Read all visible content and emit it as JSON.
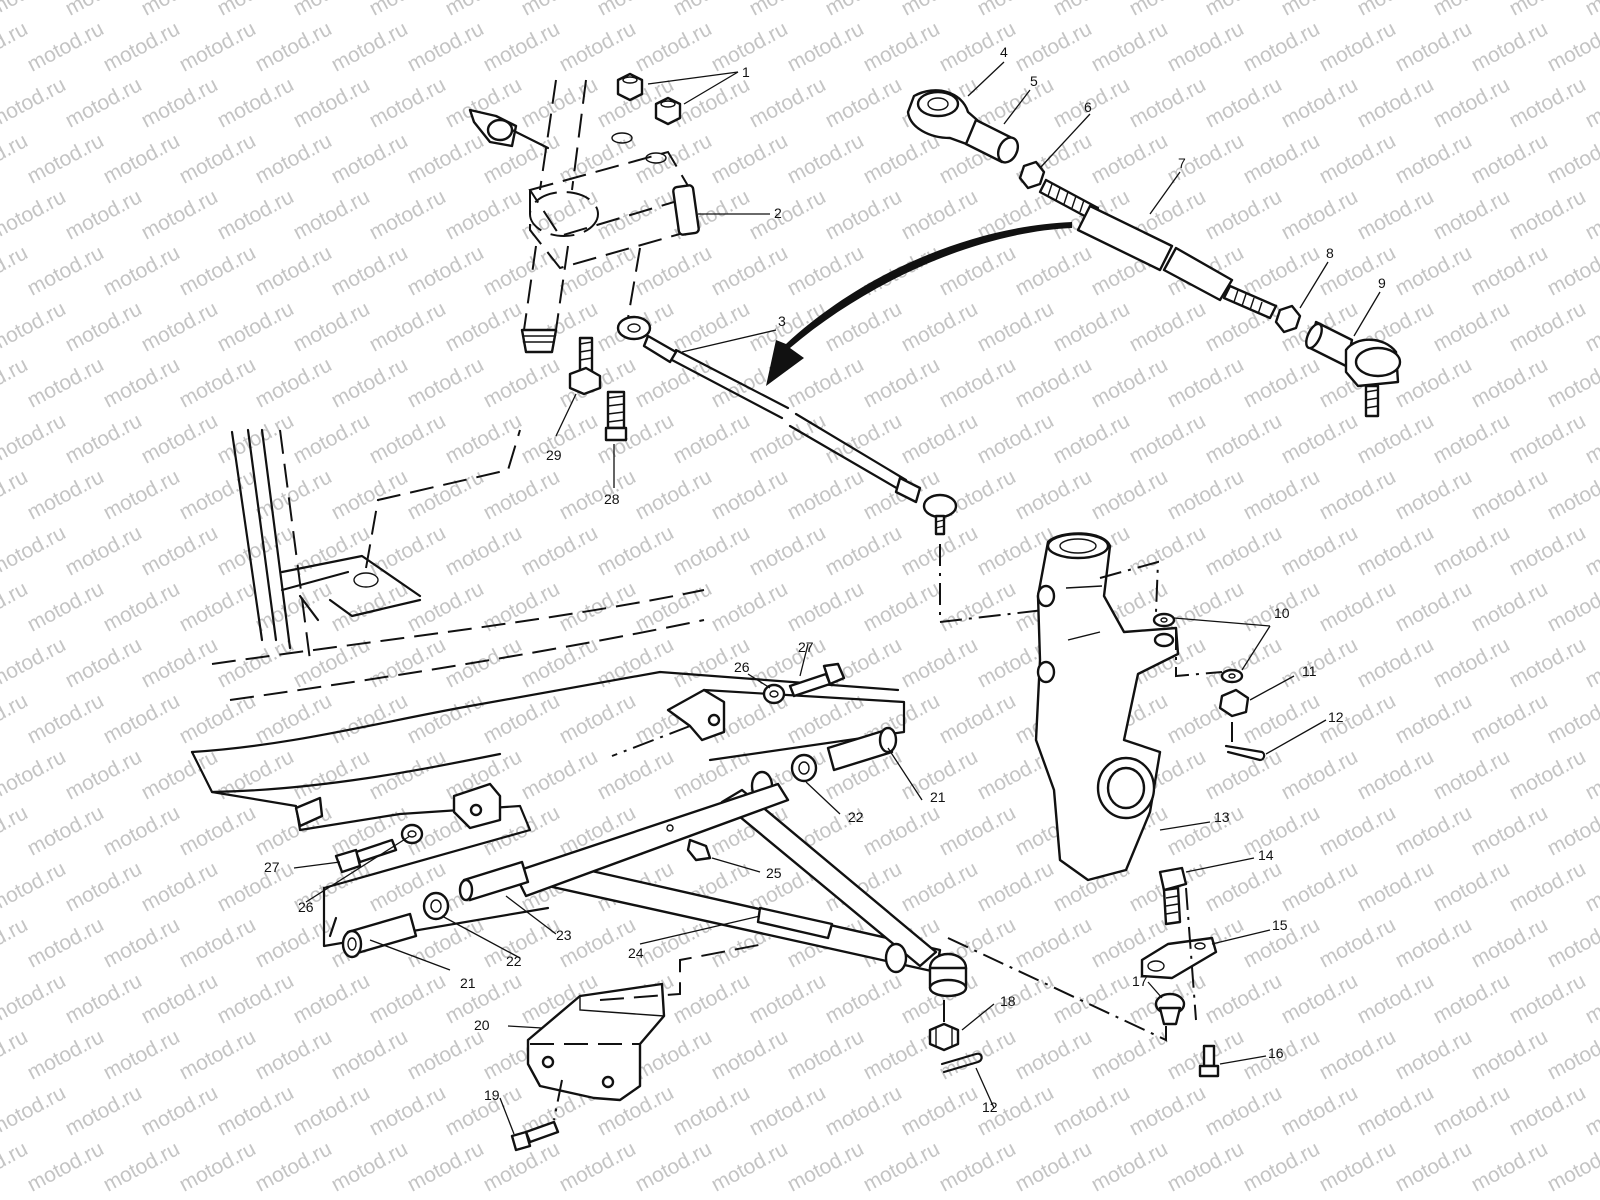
{
  "watermark": {
    "text": "motod.ru",
    "color": "#c4c4c4"
  },
  "colors": {
    "line": "#111111",
    "background": "#ffffff"
  },
  "callouts": [
    "1",
    "2",
    "3",
    "4",
    "5",
    "6",
    "7",
    "8",
    "9",
    "10",
    "11",
    "12",
    "12",
    "13",
    "14",
    "15",
    "16",
    "17",
    "18",
    "19",
    "20",
    "21",
    "21",
    "22",
    "22",
    "23",
    "24",
    "25",
    "26",
    "26",
    "27",
    "27",
    "28",
    "29"
  ],
  "parts": [
    "nuts",
    "steering-arm",
    "tie-rod-assembly",
    "rod-end-left",
    "rod-sleeve",
    "jam-nut-left",
    "tie-rod",
    "jam-nut-right",
    "ball-joint-rod-end",
    "washers",
    "castle-nut",
    "cotter-pin",
    "spindle",
    "bolt",
    "plate",
    "screw",
    "ball-joint",
    "castle-nut-lower",
    "bolt-small",
    "skid-plate",
    "bushings",
    "washers-spacer",
    "pivot-tube",
    "a-arm",
    "grease-fitting",
    "washer-mount",
    "mount-bolt",
    "stud",
    "stud-upper"
  ]
}
